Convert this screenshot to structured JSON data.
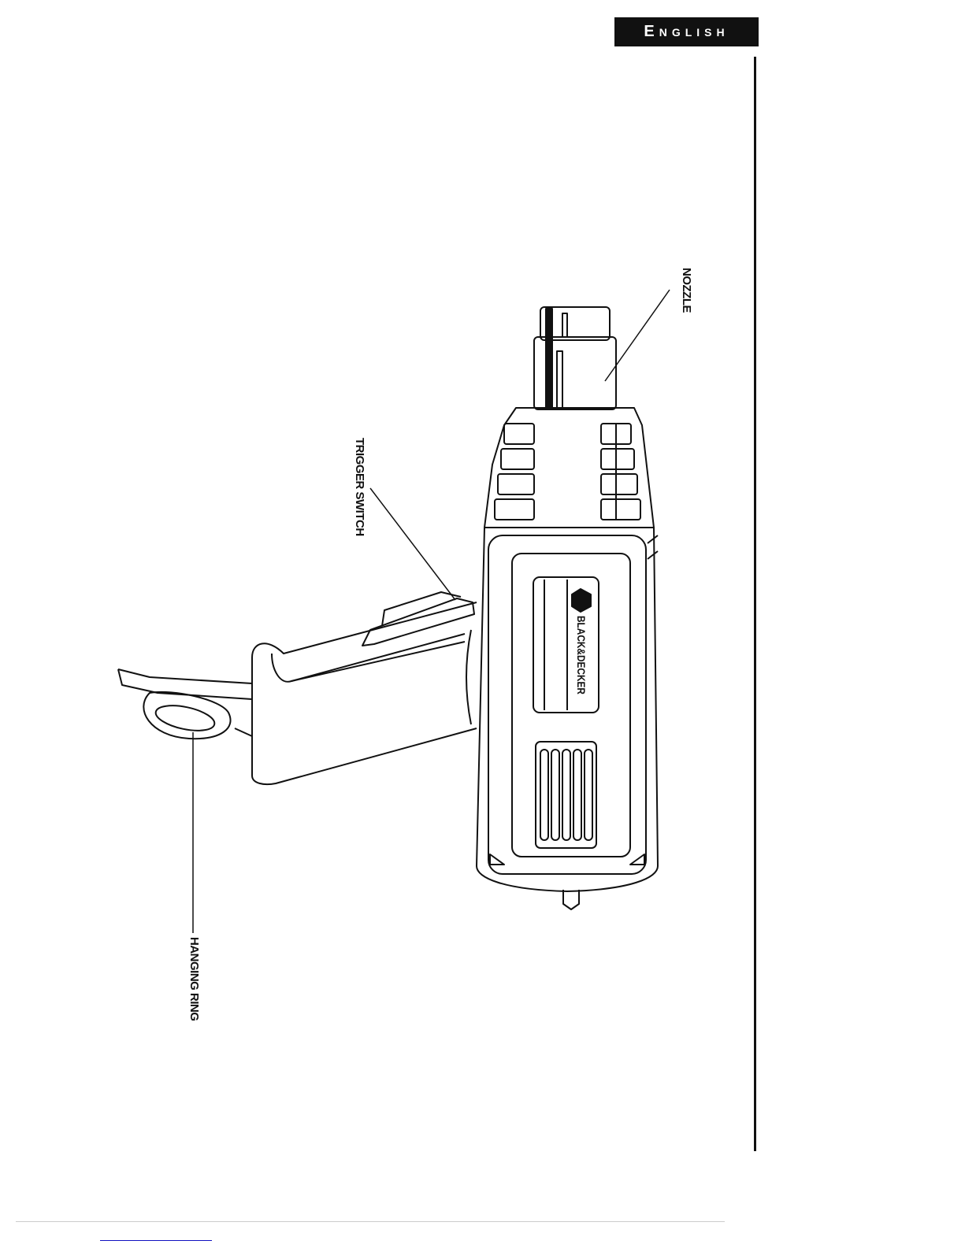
{
  "header": {
    "language_tab": "English"
  },
  "diagram": {
    "labels": {
      "nozzle": "NOZZLE",
      "trigger_switch": "TRIGGER SWITCH",
      "hanging_ring": "HANGING RING"
    },
    "brand_logo": "BLACK&DECKER"
  }
}
